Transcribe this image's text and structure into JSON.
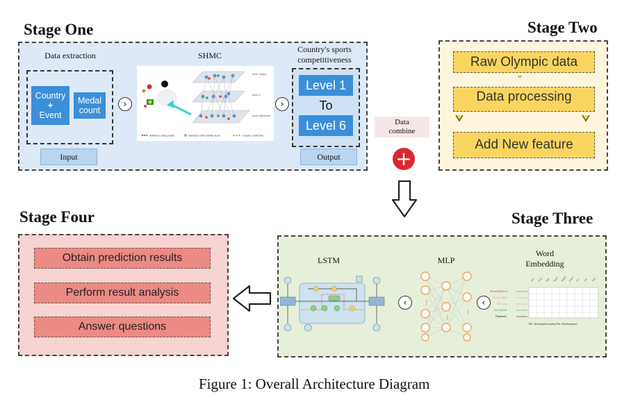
{
  "stages": {
    "one": {
      "title": "Stage One",
      "data_extraction": "Data extraction",
      "country": "Country",
      "plus": "+",
      "event": "Event",
      "medal_count_line1": "Medal",
      "medal_count_line2": "count",
      "input": "Input",
      "shmc": "SHMC",
      "competitiveness_line1": "Country's sports",
      "competitiveness_line2": "competitiveness",
      "level_top": "Level 1",
      "to": "To",
      "level_bottom": "Level 6",
      "output": "Output",
      "shmc_legend": [
        "Athlete's data points",
        "Samples with similar level",
        "Cluster centroids"
      ],
      "shmc_levels": [
        "level 1(top)",
        "level 2",
        "level 3(bottom)"
      ]
    },
    "two": {
      "title": "Stage Two",
      "items": [
        "Raw Olympic data",
        "Data processing",
        "Add New feature"
      ]
    },
    "three": {
      "title": "Stage Three",
      "lstm": "LSTM",
      "mlp": "MLP",
      "word_embedding_line1": "Word",
      "word_embedding_line2": "Embedding",
      "embedding_names": [
        "Novak Djokovic",
        "Simone Biles",
        "Ma Long",
        "Pan Zhanle",
        "Duplantis"
      ],
      "embedding_footer": "DC: developed country   Per: Performance"
    },
    "four": {
      "title": "Stage Four",
      "items": [
        "Obtain prediction results",
        "Perform result analysis",
        "Answer questions"
      ]
    }
  },
  "data_combine_line1": "Data",
  "data_combine_line2": "combine",
  "caption": "Figure 1: Overall Architecture Diagram",
  "colors": {
    "stage_one_bg": "#dde9f6",
    "stage_two_bg": "#fdf6dc",
    "stage_three_bg": "#e6efd9",
    "stage_four_bg": "#f7d3d1",
    "blue_box": "#3b8fd9",
    "yellow_item": "#f9d560",
    "red_item": "#ec8a84",
    "plus_circle": "#d9282f"
  }
}
